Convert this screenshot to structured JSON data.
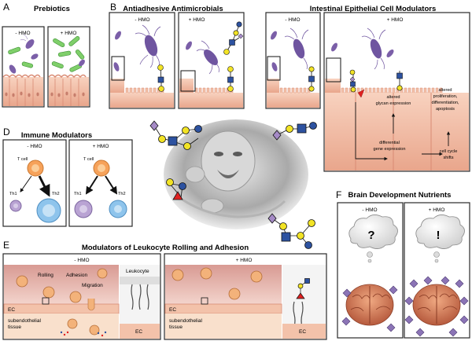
{
  "panels": {
    "A": {
      "letter": "A",
      "title": "Prebiotics",
      "left": "- HMO",
      "right": "+ HMO"
    },
    "B": {
      "letter": "B",
      "title": "Antiadhesive Antimicrobials",
      "left": "- HMO",
      "right": "+ HMO"
    },
    "C": {
      "title": "Intestinal Epithelial Cell Modulators",
      "left": "- HMO",
      "right": "+ HMO",
      "labels": {
        "altered_glycan_1": "altered",
        "altered_glycan_2": "glycan expression",
        "diff_gene_1": "differential",
        "diff_gene_2": "gene expression",
        "cell_cycle_1": "cell cycle",
        "cell_cycle_2": "shifts",
        "altered_prolif_1": "altered",
        "altered_prolif_2": "proliferation,",
        "altered_prolif_3": "differentiation,",
        "altered_prolif_4": "apoptosis"
      }
    },
    "D": {
      "letter": "D",
      "title": "Immune Modulators",
      "left": "- HMO",
      "right": "+ HMO",
      "tcell": "T cell",
      "th1": "Th1",
      "th2": "Th2"
    },
    "E": {
      "letter": "E",
      "title": "Modulators of Leukocyte Rolling and Adhesion",
      "left": "- HMO",
      "right": "+ HMO",
      "rolling": "Rolling",
      "adhesion": "Adhesion",
      "migration": "Migration",
      "leukocyte": "Leukocyte",
      "ec": "EC",
      "tissue_1": "subendothelial",
      "tissue_2": "tissue"
    },
    "F": {
      "letter": "F",
      "title": "Brain Development Nutrients",
      "left": "- HMO",
      "right": "+ HMO",
      "q_left": "?",
      "q_right": "!"
    }
  },
  "colors": {
    "border": "#2a2a2a",
    "epithelium": "#f3c2aa",
    "epithelium_dark": "#d98a73",
    "bacteria_green": "#7fcf6a",
    "bacteria_purple": "#7b5fa8",
    "glycan_yellow": "#f2e325",
    "glycan_blue": "#2d52a0",
    "glycan_purple": "#a58ac6",
    "glycan_red": "#e02020",
    "tcell_orange": "#f6a25a",
    "th1_purple": "#b9a3d3",
    "th2_blue": "#8ec4ec",
    "vessel_pink": "#e7b5ae",
    "leukocyte": "#f3b27a"
  },
  "icons": [
    "baby-photo",
    "brain-illustration",
    "thought-bubble",
    "bacteria",
    "glycan-structure",
    "arrow"
  ]
}
